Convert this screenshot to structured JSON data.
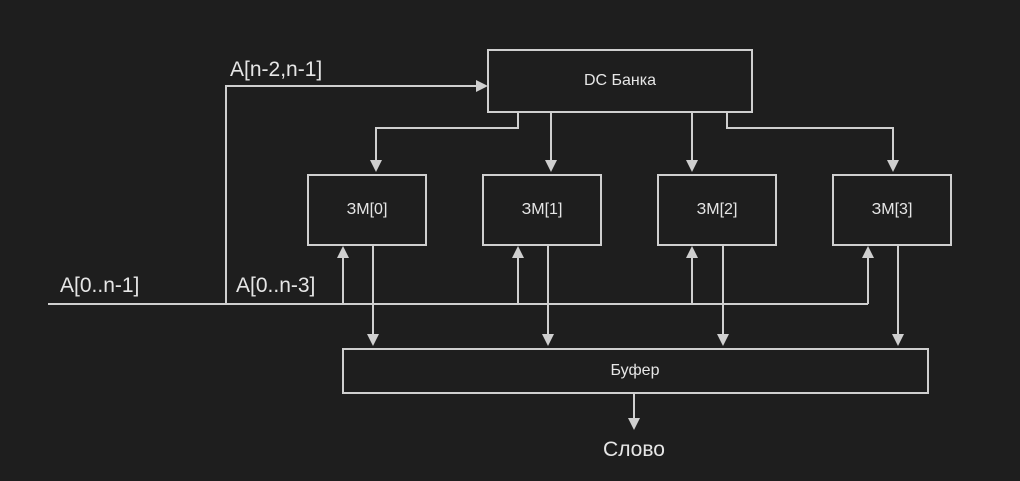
{
  "diagram": {
    "decoder_label": "DC Банка",
    "memory_modules": [
      "ЗМ[0]",
      "ЗМ[1]",
      "ЗМ[2]",
      "ЗМ[3]"
    ],
    "buffer_label": "Буфер",
    "bus_label": "A[0..n-1]",
    "bank_address_label": "A[n-2,n-1]",
    "module_address_label": "A[0..n-3]",
    "output_label": "Слово"
  },
  "colors": {
    "background": "#1e1e1e",
    "stroke": "#cfcfcf",
    "text": "#e6e6e6"
  }
}
